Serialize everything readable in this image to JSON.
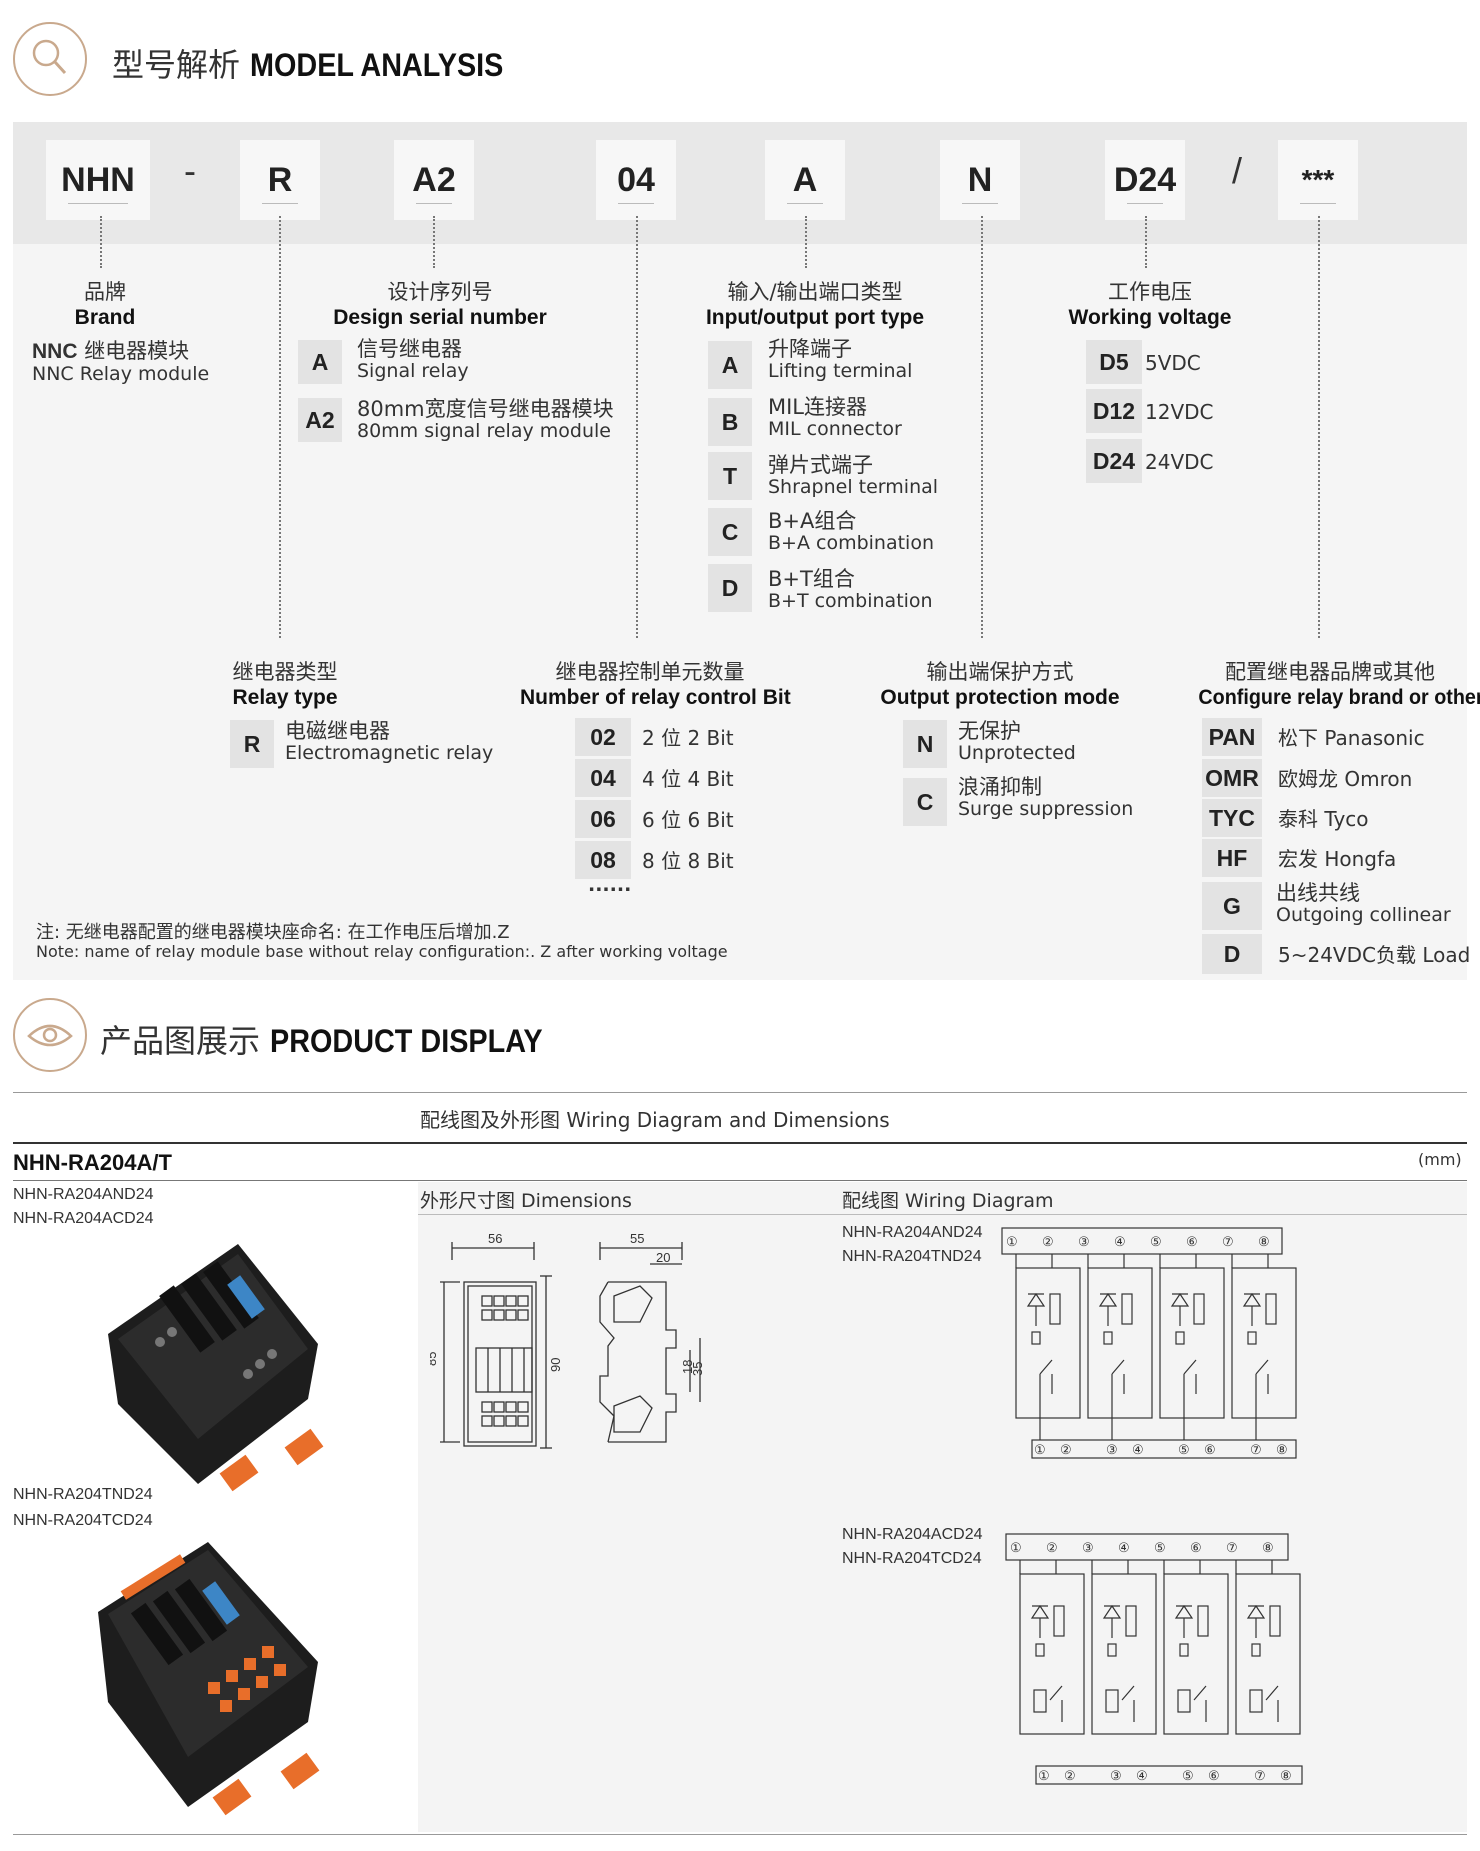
{
  "section1": {
    "title_zh": "型号解析",
    "title_en": "MODEL ANALYSIS"
  },
  "code": [
    "NHN",
    "-",
    "R",
    "A2",
    "04",
    "A",
    "N",
    "D24",
    "/",
    "***"
  ],
  "brand": {
    "zh": "品牌",
    "en": "Brand",
    "value_bold": "NNC",
    "value_zh": "继电器模块",
    "value_en": "NNC Relay module"
  },
  "design_serial": {
    "zh": "设计序列号",
    "en": "Design serial number",
    "items": [
      {
        "key": "A",
        "zh": "信号继电器",
        "en": "Signal relay"
      },
      {
        "key": "A2",
        "zh": "80mm宽度信号继电器模块",
        "en": "80mm signal relay module"
      }
    ]
  },
  "io_port": {
    "zh": "输入/输出端口类型",
    "en": "Input/output port type",
    "items": [
      {
        "key": "A",
        "zh": "升降端子",
        "en": "Lifting terminal"
      },
      {
        "key": "B",
        "zh": "MIL连接器",
        "en": "MIL connector"
      },
      {
        "key": "T",
        "zh": "弹片式端子",
        "en": "Shrapnel terminal"
      },
      {
        "key": "C",
        "zh": "B+A组合",
        "en": "B+A combination"
      },
      {
        "key": "D",
        "zh": "B+T组合",
        "en": "B+T combination"
      }
    ]
  },
  "voltage": {
    "zh": "工作电压",
    "en": "Working voltage",
    "items": [
      {
        "key": "D5",
        "en": "5VDC"
      },
      {
        "key": "D12",
        "en": "12VDC"
      },
      {
        "key": "D24",
        "en": "24VDC"
      }
    ]
  },
  "relay_type": {
    "zh": "继电器类型",
    "en": "Relay type",
    "items": [
      {
        "key": "R",
        "zh": "电磁继电器",
        "en": "Electromagnetic relay"
      }
    ]
  },
  "bits": {
    "zh": "继电器控制单元数量",
    "en": "Number of relay control Bit",
    "items": [
      {
        "key": "02",
        "en": "2 位 2 Bit"
      },
      {
        "key": "04",
        "en": "4 位 4 Bit"
      },
      {
        "key": "06",
        "en": "6 位 6 Bit"
      },
      {
        "key": "08",
        "en": "8 位 8 Bit"
      }
    ],
    "more": "......"
  },
  "protection": {
    "zh": "输出端保护方式",
    "en": "Output protection mode",
    "items": [
      {
        "key": "N",
        "zh": "无保护",
        "en": "Unprotected"
      },
      {
        "key": "C",
        "zh": "浪涌抑制",
        "en": "Surge suppression"
      }
    ]
  },
  "brand_cfg": {
    "zh": "配置继电器品牌或其他",
    "en": "Configure relay brand or other",
    "items": [
      {
        "key": "PAN",
        "en": "松下 Panasonic"
      },
      {
        "key": "OMR",
        "en": "欧姆龙 Omron"
      },
      {
        "key": "TYC",
        "en": "泰科 Tyco"
      },
      {
        "key": "HF",
        "en": "宏发 Hongfa"
      },
      {
        "key": "G",
        "zh": "出线共线",
        "en": "Outgoing collinear"
      },
      {
        "key": "D",
        "en": "5~24VDC负载 Load"
      }
    ]
  },
  "note": {
    "zh": "注: 无继电器配置的继电器模块座命名: 在工作电压后增加.Z",
    "en": "Note: name of relay module base without relay configuration:. Z after working voltage"
  },
  "section2": {
    "title_zh": "产品图展示",
    "title_en": "PRODUCT DISPLAY"
  },
  "table": {
    "header": "配线图及外形图  Wiring Diagram and Dimensions",
    "model": "NHN-RA204A/T",
    "unit": "(mm)",
    "variants_top": [
      "NHN-RA204AND24",
      "NHN-RA204ACD24"
    ],
    "variants_bottom": [
      "NHN-RA204TND24",
      "NHN-RA204TCD24"
    ],
    "dim_title": "外形尺寸图 Dimensions",
    "wiring_title": "配线图 Wiring Diagram",
    "wiring1_models": [
      "NHN-RA204AND24",
      "NHN-RA204TND24"
    ],
    "wiring2_models": [
      "NHN-RA204ACD24",
      "NHN-RA204TCD24"
    ],
    "dims": {
      "w1": "56",
      "w2": "55",
      "w3": "20",
      "h1": "85",
      "h2": "90",
      "h3": "18",
      "h4": "35"
    },
    "terminals": [
      "①",
      "②",
      "③",
      "④",
      "⑤",
      "⑥",
      "⑦",
      "⑧"
    ]
  }
}
